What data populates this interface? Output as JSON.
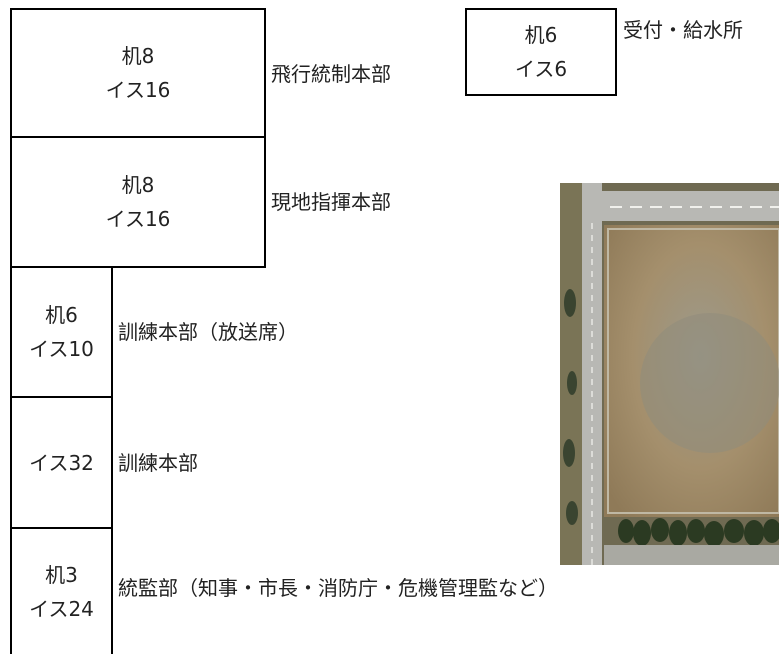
{
  "areas": [
    {
      "box_line1": "机8",
      "box_line2": "イス16",
      "label": "飛行統制本部"
    },
    {
      "box_line1": "机8",
      "box_line2": "イス16",
      "label": "現地指揮本部"
    },
    {
      "box_line1": "机6",
      "box_line2": "イス10",
      "label": "訓練本部（放送席）"
    },
    {
      "box_line1": "",
      "box_line2": "イス32",
      "label": "訓練本部"
    },
    {
      "box_line1": "机3",
      "box_line2": "イス24",
      "label": "統監部（知事・市長・消防庁・危機管理監など）"
    }
  ],
  "reception": {
    "box_line1": "机6",
    "box_line2": "イス6",
    "label": "受付・給水所"
  },
  "colors": {
    "line": "#000000",
    "field": "#a08a68",
    "road": "#b8b8b4",
    "trees": "#2b3a22"
  }
}
